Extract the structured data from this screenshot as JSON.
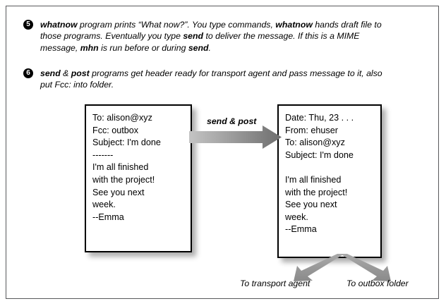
{
  "figure": {
    "border_color": "#58595b",
    "background": "#ffffff"
  },
  "steps": [
    {
      "number": "5",
      "text_runs": [
        {
          "text": "whatnow",
          "bold": true
        },
        {
          "text": " program prints “What now?”. You type commands, ",
          "bold": false
        },
        {
          "text": "whatnow",
          "bold": true
        },
        {
          "text": " hands draft file to those programs. Eventually you type ",
          "bold": false
        },
        {
          "text": "send",
          "bold": true
        },
        {
          "text": " to deliver the message. If this is a MIME message, ",
          "bold": false
        },
        {
          "text": "mhn",
          "bold": true
        },
        {
          "text": " is run before or during ",
          "bold": false
        },
        {
          "text": "send",
          "bold": true
        },
        {
          "text": ".",
          "bold": false
        }
      ]
    },
    {
      "number": "6",
      "text_runs": [
        {
          "text": "send",
          "bold": true
        },
        {
          "text": " & ",
          "bold": false
        },
        {
          "text": "post",
          "bold": true
        },
        {
          "text": " programs get header ready for transport agent and pass message to it, also put Fcc: into folder.",
          "bold": false
        }
      ]
    }
  ],
  "draft_message": {
    "name": "draft-message-box",
    "lines": [
      "To: alison@xyz",
      "Fcc: outbox",
      "Subject: I'm done",
      "-------",
      "I'm all finished",
      "with the project!",
      "See you next",
      "week.",
      "--Emma"
    ],
    "body": "To: alison@xyz\nFcc: outbox\nSubject: I'm done\n-------\nI'm all finished\nwith the project!\nSee you next\nweek.\n--Emma"
  },
  "sent_message": {
    "name": "sent-message-box",
    "lines": [
      "Date: Thu, 23 . . .",
      "From: ehuser",
      "To: alison@xyz",
      "Subject: I'm done",
      "",
      "I'm all finished",
      "with the project!",
      "See you next",
      "week.",
      "--Emma"
    ],
    "body": "Date: Thu, 23 . . .\nFrom: ehuser\nTo: alison@xyz\nSubject: I'm done\n\nI'm all finished\nwith the project!\nSee you next\nweek.\n--Emma"
  },
  "arrows": {
    "main_label_runs": [
      {
        "text": "send",
        "bold": true
      },
      {
        "text": " & ",
        "bold": false
      },
      {
        "text": "post",
        "bold": true
      }
    ],
    "main_label_plain": "send & post",
    "gradient_from": "#c0c0c0",
    "gradient_to": "#6e6e6e",
    "branch_color": "#8a8a8a",
    "branch_left_label": "To transport agent",
    "branch_right_label": "To outbox folder"
  }
}
